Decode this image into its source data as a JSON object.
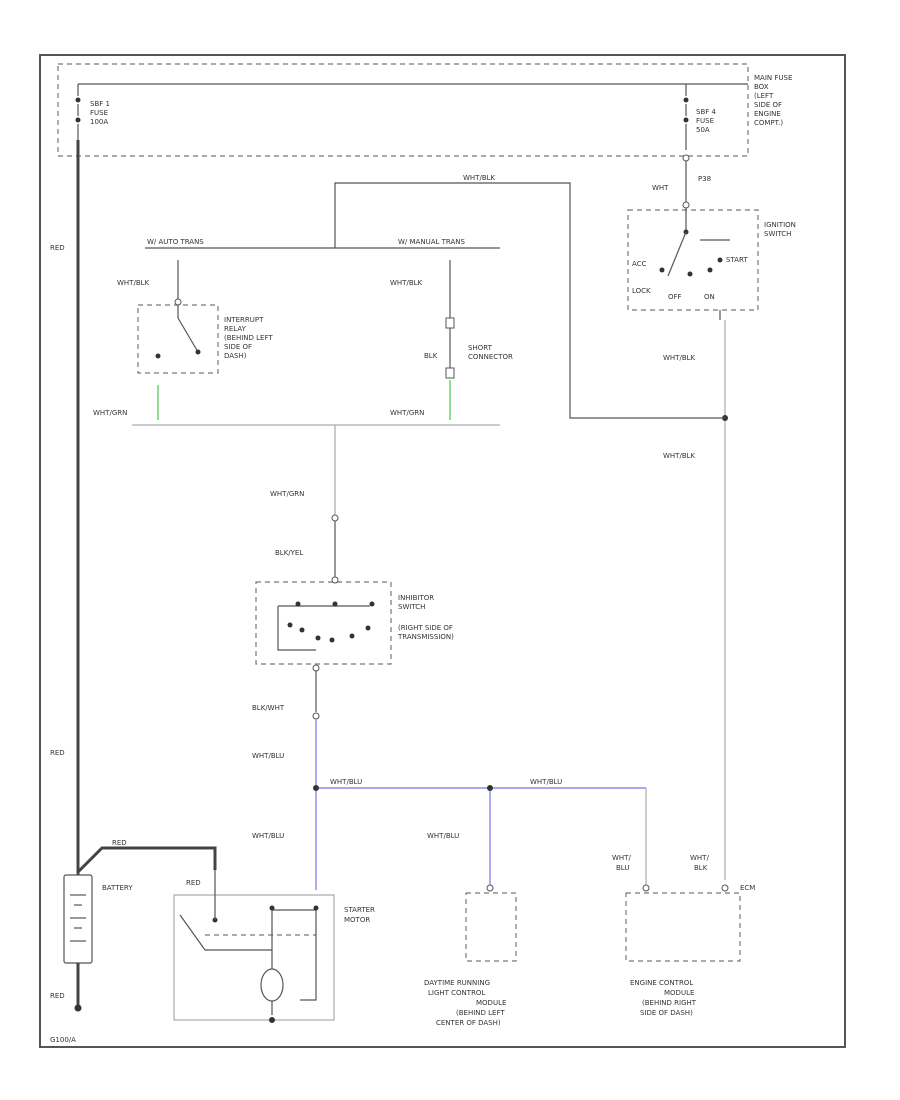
{
  "components": {
    "main_fuse_box": [
      "MAIN FUSE",
      "BOX",
      "(LEFT",
      "SIDE OF",
      "ENGINE",
      "COMPT.)"
    ],
    "sbf1": [
      "SBF 1",
      "FUSE",
      "100A"
    ],
    "sbf4": [
      "SBF 4",
      "FUSE",
      "50A"
    ],
    "ignition_switch": [
      "IGNITION",
      "SWITCH"
    ],
    "ign_positions": {
      "acc": "ACC",
      "lock": "LOCK",
      "off": "OFF",
      "on": "ON",
      "start": "START"
    },
    "interrupt_relay": [
      "INTERRUPT",
      "RELAY",
      "(BEHIND LEFT",
      "SIDE OF",
      "DASH)"
    ],
    "short_connector": [
      "SHORT",
      "CONNECTOR"
    ],
    "inhibitor_switch": [
      "INHIBITOR",
      "SWITCH",
      "(RIGHT SIDE OF",
      "TRANSMISSION)"
    ],
    "battery": "BATTERY",
    "starter_motor": [
      "STARTER",
      "MOTOR"
    ],
    "drl_module": [
      "DAYTIME RUNNING",
      "LIGHT CONTROL",
      "MODULE",
      "(BEHIND LEFT",
      "CENTER OF DASH)"
    ],
    "ecm": [
      "ENGINE CONTROL",
      "MODULE",
      "(BEHIND RIGHT",
      "SIDE OF DASH)"
    ],
    "ground_ref": "G100/A",
    "splice_top": "P38",
    "ecm_pin": "ECM"
  },
  "wires": {
    "red": "RED",
    "wht_blk": "WHT/BLK",
    "wht": "WHT",
    "wht_grn": "WHT/GRN",
    "blk": "BLK",
    "blk_yel": "BLK/YEL",
    "blk_wht": "BLK/WHT",
    "wht_blu": "WHT/BLU",
    "wht_blu_split": [
      "WHT/",
      "BLU"
    ],
    "wht_blk_split": [
      "WHT/",
      "BLK"
    ],
    "auto_trans": "W/ AUTO TRANS",
    "manual_trans": "W/ MANUAL TRANS"
  }
}
